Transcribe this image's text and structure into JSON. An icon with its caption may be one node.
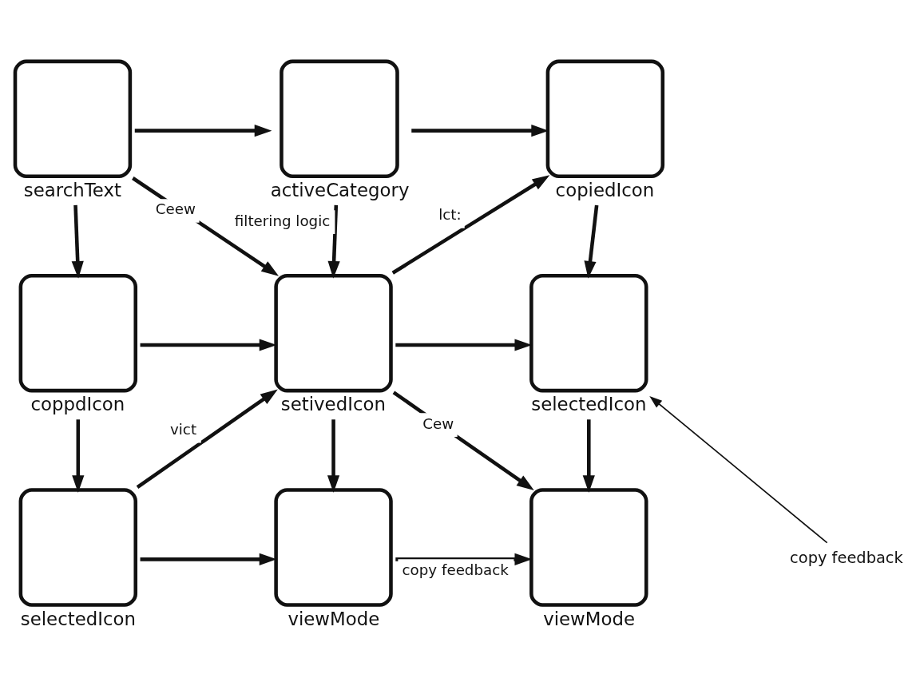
{
  "diagram": {
    "nodes": [
      {
        "text": [
          "searchText"
        ]
      },
      {
        "text": [
          "activeCategory"
        ]
      },
      {
        "text": [
          "copiedIcon"
        ]
      },
      {
        "text": [
          "coppdIcon"
        ]
      },
      {
        "text": [
          "setivedIcon"
        ]
      },
      {
        "text": [
          "selectedIcon"
        ]
      },
      {
        "text": [
          "copy feedback"
        ]
      },
      {
        "text": [
          "selectedIcon"
        ]
      },
      {
        "text": [
          "viewMode"
        ]
      },
      {
        "text": [
          "viewMode"
        ]
      }
    ],
    "edges": [
      {
        "from": 0,
        "to": 1,
        "arrow": "to"
      },
      {
        "from": 1,
        "to": 2,
        "arrow": "to"
      },
      {
        "from": 0,
        "to": 4,
        "arrow": "to",
        "label": "Ceew"
      },
      {
        "from": 0,
        "to": 3,
        "arrow": "to"
      },
      {
        "from": 1,
        "to": 4,
        "arrow": "to",
        "label": "filtering logic"
      },
      {
        "from": 4,
        "to": 2,
        "arrow": "to",
        "label": "lct:"
      },
      {
        "from": 2,
        "to": 5,
        "arrow": "to"
      },
      {
        "from": 3,
        "to": 4,
        "arrow": "to"
      },
      {
        "from": 4,
        "to": 5,
        "arrow": "to"
      },
      {
        "from": 3,
        "to": 7,
        "arrow": "to"
      },
      {
        "from": 7,
        "to": 4,
        "arrow": "to",
        "label": "vict"
      },
      {
        "from": 4,
        "to": 8,
        "arrow": "to"
      },
      {
        "from": 4,
        "to": 9,
        "arrow": "to",
        "label": "Cew"
      },
      {
        "from": 5,
        "to": 9,
        "arrow": "to"
      },
      {
        "from": 6,
        "to": 5,
        "arrow": "to"
      },
      {
        "from": 7,
        "to": 8,
        "arrow": "to"
      },
      {
        "from": 8,
        "to": 9,
        "arrow": "to",
        "label": "copy feedback"
      }
    ]
  }
}
